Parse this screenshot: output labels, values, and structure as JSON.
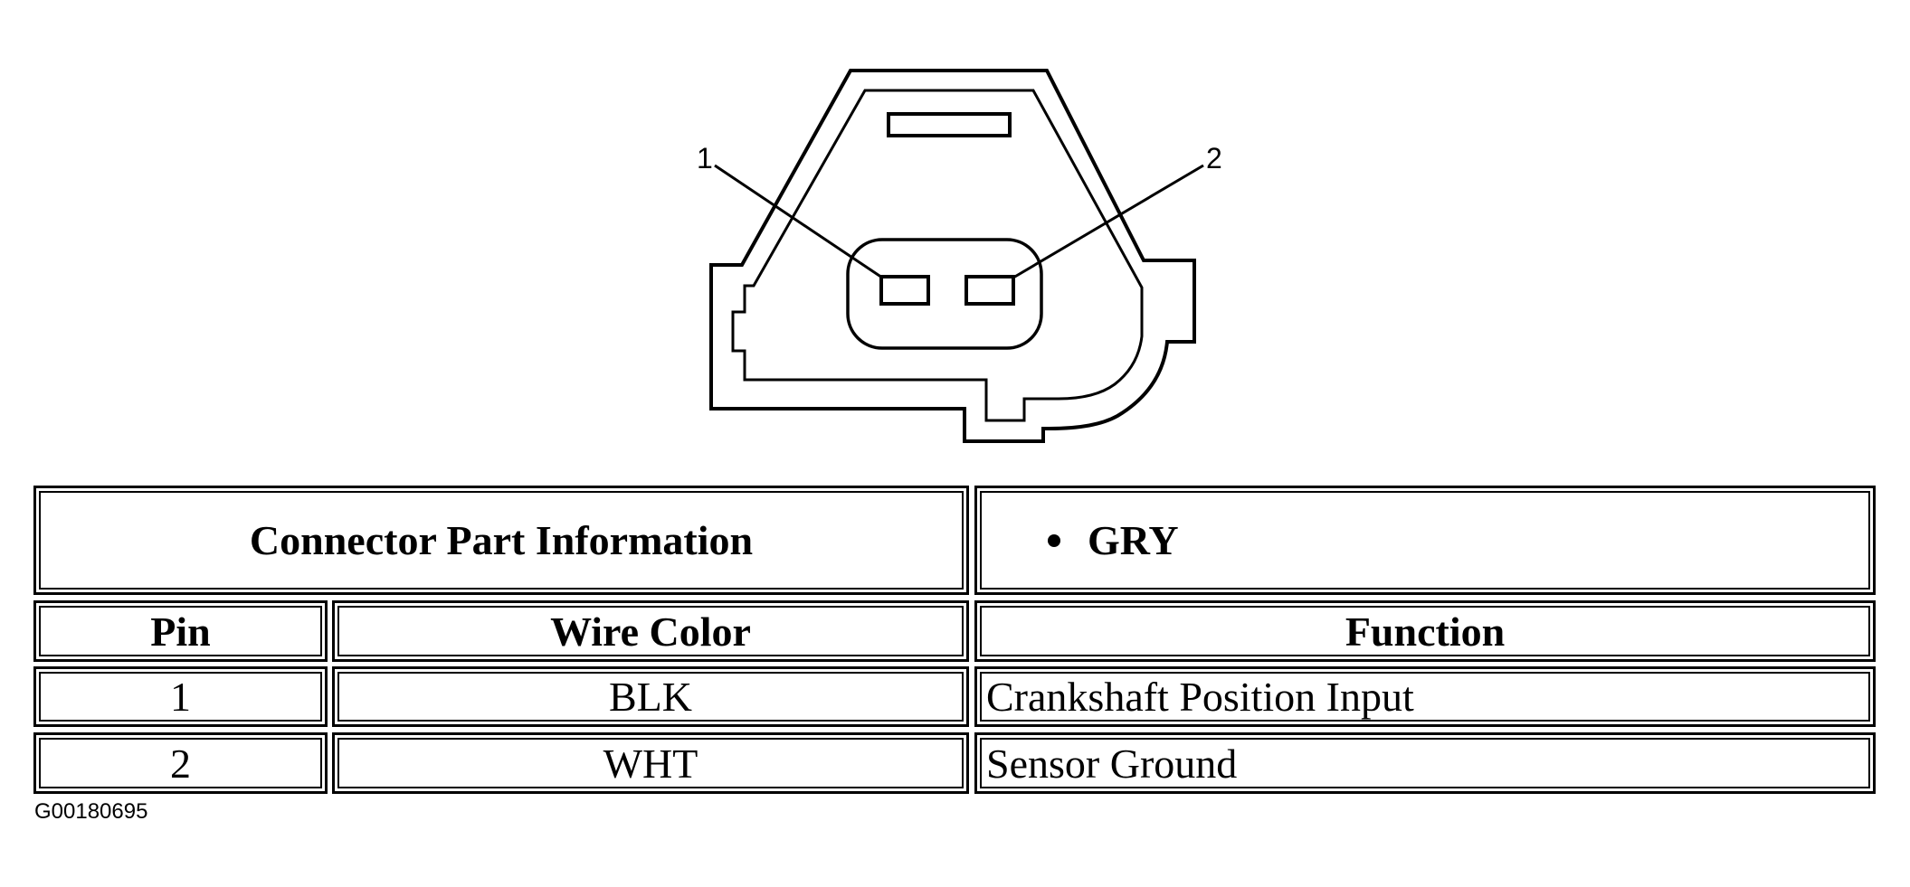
{
  "diagram": {
    "pin_callouts": [
      "1",
      "2"
    ]
  },
  "table": {
    "part_info_label": "Connector Part Information",
    "part_info_items": [
      "GRY"
    ],
    "headers": {
      "pin": "Pin",
      "wire_color": "Wire Color",
      "function": "Function"
    },
    "rows": [
      {
        "pin": "1",
        "wire_color": "BLK",
        "function": "Crankshaft Position Input"
      },
      {
        "pin": "2",
        "wire_color": "WHT",
        "function": "Sensor Ground"
      }
    ]
  },
  "figure_id": "G00180695"
}
